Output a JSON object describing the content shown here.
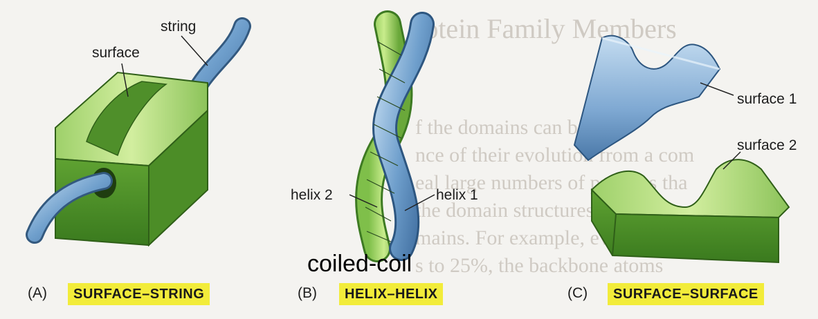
{
  "panel_a": {
    "tag": "(A)",
    "title": "SURFACE–STRING",
    "label_surface": "surface",
    "label_string": "string"
  },
  "panel_b": {
    "tag": "(B)",
    "title": "HELIX–HELIX",
    "label_helix1": "helix 1",
    "label_helix2": "helix 2"
  },
  "panel_c": {
    "tag": "(C)",
    "title": "SURFACE–SURFACE",
    "label_surface1": "surface 1",
    "label_surface2": "surface 2"
  },
  "caption": "coiled-coil",
  "colors": {
    "badge": "#f2ec3a",
    "protein_green": "#8cc35a",
    "protein_blue": "#6f9fcc"
  }
}
